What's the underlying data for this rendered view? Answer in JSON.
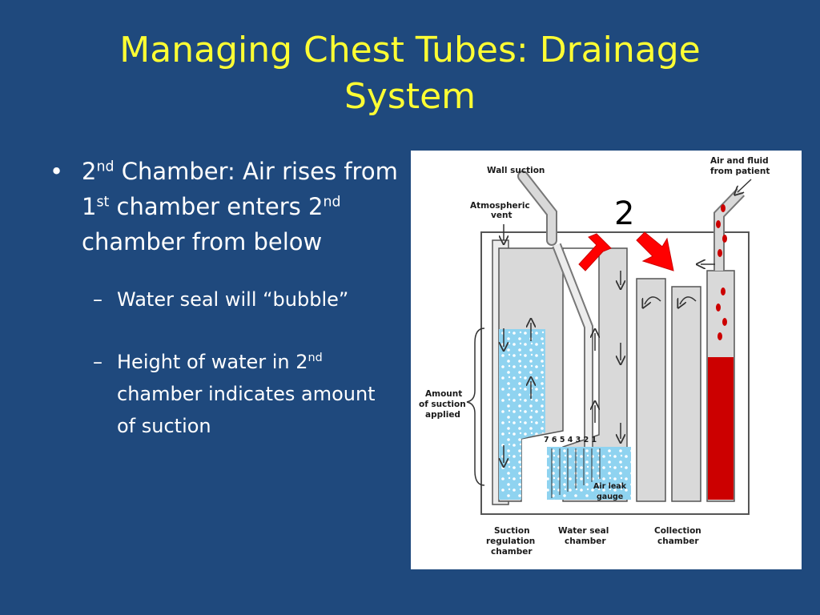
{
  "slide": {
    "title": "Managing Chest Tubes: Drainage System",
    "bullets": {
      "main": {
        "marker": "•",
        "p1": "2",
        "p1_sup": "nd",
        "p2": " Chamber: Air rises from 1",
        "p2_sup": "st",
        "p3": " chamber enters 2",
        "p3_sup": "nd",
        "p4": " chamber from below"
      },
      "sub1": {
        "marker": "–",
        "text": "Water seal will “bubble”"
      },
      "sub2": {
        "marker": "–",
        "p1": "Height of water in 2",
        "p1_sup": "nd",
        "p2": " chamber indicates amount of suction"
      }
    }
  },
  "diagram": {
    "callout_number": "2",
    "labels": {
      "wall_suction": "Wall suction",
      "atmospheric_1": "Atmospheric",
      "atmospheric_2": "vent",
      "air_fluid_1": "Air and fluid",
      "air_fluid_2": "from patient",
      "amount_1": "Amount",
      "amount_2": "of suction",
      "amount_3": "applied",
      "gauge_numbers": "7 6 5 4 3 2 1",
      "air_leak_1": "Air leak",
      "air_leak_2": "gauge",
      "suction_reg_1": "Suction",
      "suction_reg_2": "regulation",
      "suction_reg_3": "chamber",
      "water_seal_1": "Water seal",
      "water_seal_2": "chamber",
      "collection_1": "Collection",
      "collection_2": "chamber"
    },
    "colors": {
      "water": "#8fd3f0",
      "blood": "#cc0000",
      "arrow": "#ff0000",
      "chamber": "#d9d9d9"
    }
  }
}
